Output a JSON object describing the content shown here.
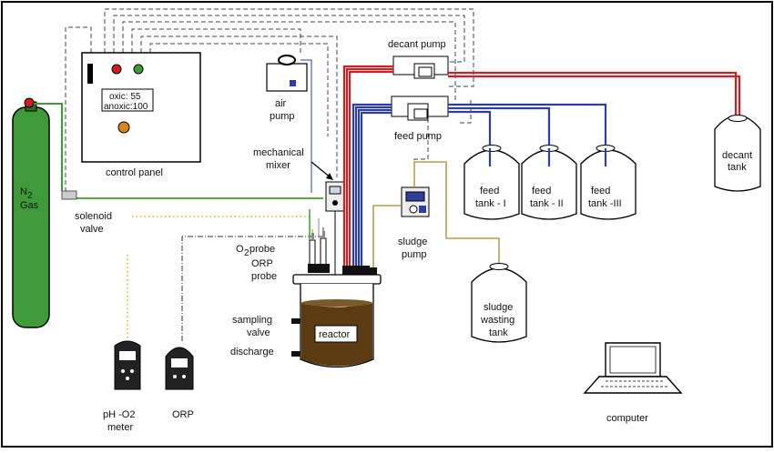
{
  "labels": {
    "gas_n": "N",
    "gas_sub": "2",
    "gas_word": "Gas",
    "solenoid1": "solenoid",
    "solenoid2": "valve",
    "control_panel": "control panel",
    "oxic": "oxic: 55",
    "anoxic": "anoxic:100",
    "air1": "air",
    "air2": "pump",
    "mixer1": "mechanical",
    "mixer2": "mixer",
    "decant_pump": "decant pump",
    "feed_pump": "feed pump",
    "decant_tank1": "decant",
    "decant_tank2": "tank",
    "feed1_a": "feed",
    "feed1_b": "tank - I",
    "feed2_a": "feed",
    "feed2_b": "tank - II",
    "feed3_a": "feed",
    "feed3_b": "tank -III",
    "sludge_pump1": "sludge",
    "sludge_pump2": "pump",
    "sludge_tank1": "sludge",
    "sludge_tank2": "wasting",
    "sludge_tank3": "tank",
    "o2_o": "O",
    "o2_sub": "2",
    "o2_rest": " probe",
    "orp_probe1": "ORP",
    "orp_probe2": "probe",
    "sampling1": "sampling",
    "sampling2": "valve",
    "discharge": "discharge",
    "reactor": "reactor",
    "ph1": "pH -O2",
    "ph2": "meter",
    "orp": "ORP",
    "computer": "computer"
  },
  "colors": {
    "gas_green": "#3f9a3a",
    "red_line": "#cc2027",
    "blue_line": "#2e3f9c",
    "green_line": "#5aa83a",
    "sludge_line": "#a68a2a",
    "reactor_liquid": "#5a3b12",
    "dotted_yellow": "#d9b51a"
  }
}
